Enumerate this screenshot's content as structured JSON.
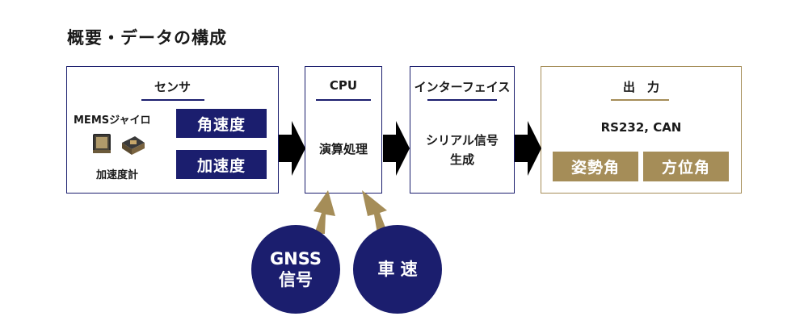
{
  "title": "概要・データの構成",
  "sensor": {
    "heading": "センサ",
    "gyro_label": "MEMSジャイロ",
    "accel_label": "加速度計",
    "outputs": [
      "角速度",
      "加速度"
    ]
  },
  "cpu": {
    "heading": "CPU",
    "body": "演算処理"
  },
  "interface": {
    "heading": "インターフェイス",
    "body_line1": "シリアル信号",
    "body_line2": "生成"
  },
  "output": {
    "heading": "出　力",
    "protocols": "RS232, CAN",
    "values": [
      "姿勢角",
      "方位角"
    ]
  },
  "inputs": {
    "gnss_line1": "GNSS",
    "gnss_line2": "信号",
    "speed": "車 速"
  },
  "colors": {
    "navy": "#1b1e6e",
    "gold": "#a58d58",
    "arrow": "#000000"
  }
}
